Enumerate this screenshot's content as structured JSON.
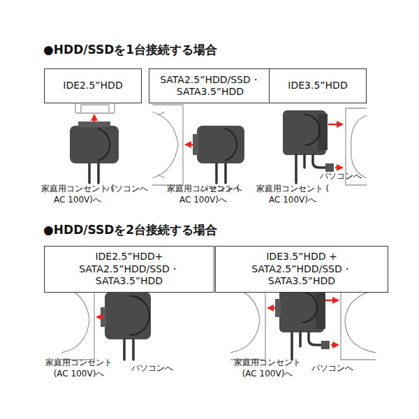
{
  "diagram": {
    "nodes": [
      {
        "text": [
          "IDE2.5”HDD"
        ]
      },
      {
        "text": [
          "SATA2.5”HDD/SSD・SATA3.5”HDD"
        ]
      },
      {
        "text": [
          "IDE3.5”HDD"
        ]
      },
      {
        "text": [
          "IDE2.5”HDD+ SATA2.5”HDD/SSD・SATA3.5”HDD"
        ]
      },
      {
        "text": [
          "IDE3.5”HDD + SATA2.5”HDD/SSD・SATA3.5”HDD"
        ]
      }
    ],
    "labels": [
      "●HDD/SSDを1台接続する場合",
      "家庭用コンセント ( AC 100V)へ",
      "パソコンへ",
      "家庭用コンセント ( AC 100V)へ",
      "パソコンへ",
      "パソコンへ",
      "家庭用コンセント ( AC 100V)へ",
      "●HDD/SSDを2台接続する場合",
      "家庭用コンセント (AC 100V)へ",
      "パソコンへ",
      "家庭用コンセント (AC 100V)へ",
      "パソコンへ"
    ]
  }
}
